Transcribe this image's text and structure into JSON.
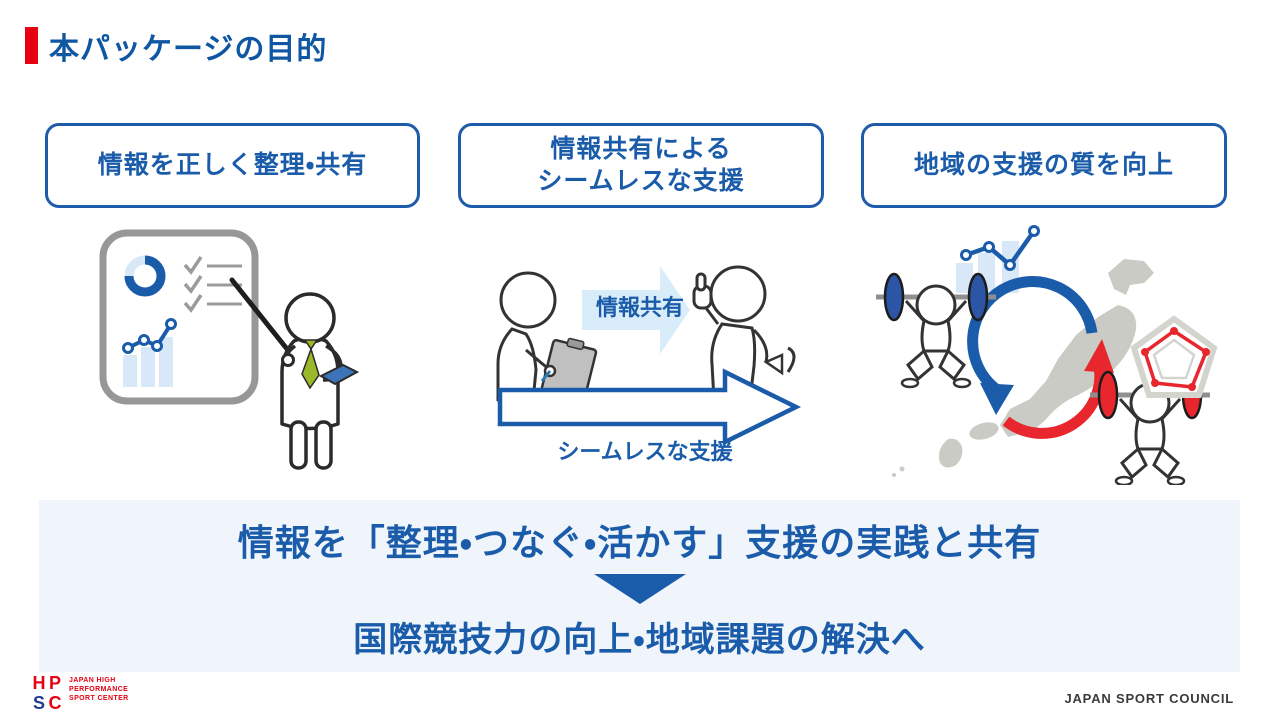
{
  "title": "本パッケージの目的",
  "boxes": [
    {
      "label": "情報を正しく整理・共有"
    },
    {
      "label": "情報共有による\nシームレスな支援"
    },
    {
      "label": "地域の支援の質を向上"
    }
  ],
  "middle": {
    "share_arrow_label": "情報共有",
    "seamless_arrow_label": "シームレスな支援"
  },
  "summary": {
    "line1": "情報を「整理・つなぐ・活かす」支援の実践と共有",
    "line2": "国際競技力の向上・地域課題の解決へ"
  },
  "footer": {
    "logo_letters": {
      "h": "H",
      "p": "P",
      "s": "S",
      "c": "C"
    },
    "logo_lines": [
      "JAPAN HIGH",
      "PERFORMANCE",
      "SPORT CENTER"
    ],
    "org": "JAPAN SPORT COUNCIL"
  },
  "colors": {
    "accent_blue": "#1b5caa",
    "accent_red": "#e60012",
    "band_background": "#f0f5fb",
    "light_blue": "#d9e8f8"
  }
}
